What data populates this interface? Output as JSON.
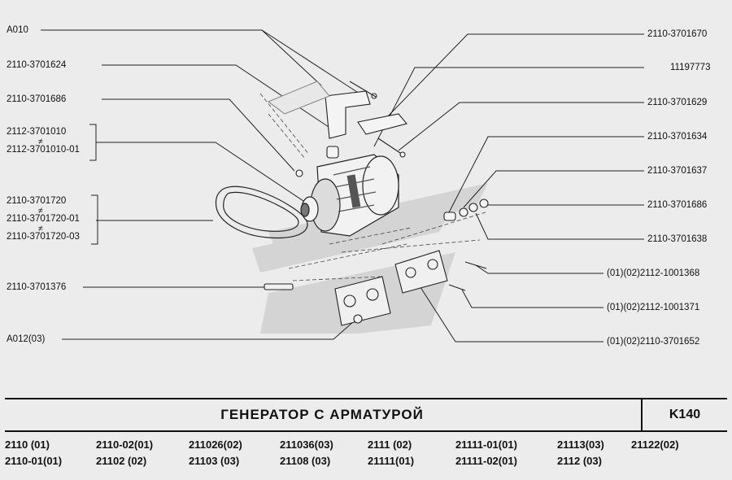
{
  "labels_left": [
    {
      "id": "a010",
      "text": "A010"
    },
    {
      "id": "l624",
      "text": "2110-3701624"
    },
    {
      "id": "l686",
      "text": "2110-3701686"
    },
    {
      "id": "l010a",
      "text": "2112-3701010"
    },
    {
      "id": "l010b",
      "text": "2112-3701010-01"
    },
    {
      "id": "l720a",
      "text": "2110-3701720"
    },
    {
      "id": "l720b",
      "text": "2110-3701720-01"
    },
    {
      "id": "l720c",
      "text": "2110-3701720-03"
    },
    {
      "id": "l376",
      "text": "2110-3701376"
    },
    {
      "id": "a012",
      "text": "A012(03)"
    }
  ],
  "labels_right": [
    {
      "id": "r670",
      "text": "2110-3701670"
    },
    {
      "id": "r773",
      "text": "11197773"
    },
    {
      "id": "r629",
      "text": "2110-3701629"
    },
    {
      "id": "r634",
      "text": "2110-3701634"
    },
    {
      "id": "r637",
      "text": "2110-3701637"
    },
    {
      "id": "r686",
      "text": "2110-3701686"
    },
    {
      "id": "r638",
      "text": "2110-3701638"
    },
    {
      "id": "r368",
      "text": "(01)(02)2112-1001368"
    },
    {
      "id": "r371",
      "text": "(01)(02)2112-1001371"
    },
    {
      "id": "r652",
      "text": "(01)(02)2110-3701652"
    }
  ],
  "alt_marker": "≠",
  "title": "ГЕНЕРАТОР С АРМАТУРОЙ",
  "code": "K140",
  "models": [
    [
      "2110 (01)",
      "2110-01(01)"
    ],
    [
      "2110-02(01)",
      "21102 (02)"
    ],
    [
      "211026(02)",
      "21103 (03)"
    ],
    [
      "211036(03)",
      "21108 (03)"
    ],
    [
      "2111 (02)",
      "21111(01)"
    ],
    [
      "21111-01(01)",
      "21111-02(01)"
    ],
    [
      "21113(03)",
      "2112 (03)"
    ],
    [
      "21122(02)"
    ]
  ]
}
